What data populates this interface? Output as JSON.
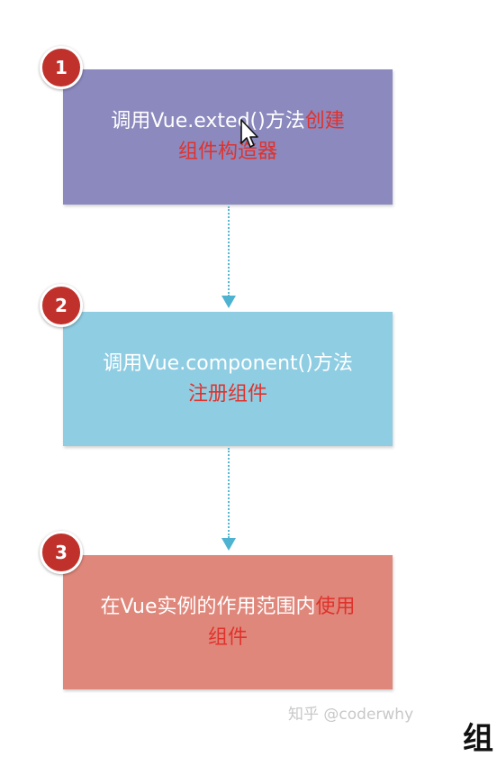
{
  "steps": [
    {
      "number": "1",
      "line1_plain": "调用Vue.exte",
      "line1_plain_b": "d()方法",
      "line1_highlight": "创建",
      "line2_highlight": "组件构造器",
      "color": "#8b89be"
    },
    {
      "number": "2",
      "line1_plain": "调用Vue.component()方法",
      "line2_highlight": "注册组件",
      "color": "#8fcde3"
    },
    {
      "number": "3",
      "line1_plain": "在Vue实例的作用范围内",
      "line1_highlight": "使用",
      "line2_highlight": "组件",
      "color": "#e0877b"
    }
  ],
  "colors": {
    "highlight_text": "#e0322c",
    "badge": "#c0312c",
    "connector": "#57b8d3"
  },
  "icons": [
    "mouse-cursor-icon"
  ],
  "watermark": "知乎 @coderwhy",
  "edge_text": "组"
}
